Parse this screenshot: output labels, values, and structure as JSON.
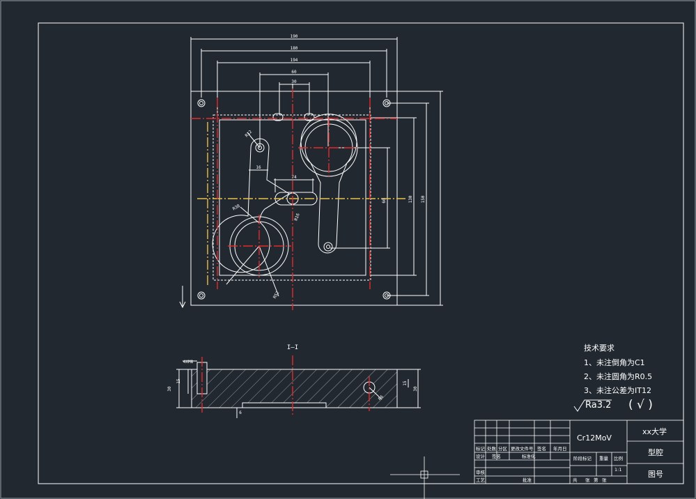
{
  "drawing": {
    "top_view_dimensions": [
      "190",
      "180",
      "194",
      "60",
      "30",
      "74",
      "16",
      "60",
      "130",
      "150",
      "R12",
      "R38",
      "R16",
      "R52"
    ],
    "section_dimensions": [
      "4XM8",
      "30",
      "15",
      "15",
      "30",
      "6",
      "R6"
    ],
    "section_marker": "I—I",
    "tech_requirements": {
      "title": "技术要求",
      "items": [
        "1、未注倒角为C1",
        "2、未注圆角为R0.5",
        "3、未注公差为IT12"
      ]
    },
    "roughness": "Ra3.2",
    "roughness_check": "( √ )"
  },
  "title_block": {
    "material": "Cr12MoV",
    "university": "xx大学",
    "part_name": "型腔",
    "drawing_no_label": "图号",
    "row_labels_1": [
      "标记",
      "处数",
      "分区",
      "更改文件号",
      "签名",
      "年月日"
    ],
    "row_labels_2": [
      "设计",
      "签名",
      "标准化"
    ],
    "row_labels_3": [
      "审核"
    ],
    "row_labels_4": [
      "工艺",
      "批准"
    ],
    "stage_labels": [
      "阶段标记",
      "重量",
      "比例"
    ],
    "scale": "1:1",
    "sheet_labels": [
      "共",
      "张",
      "第",
      "张"
    ]
  },
  "colors": {
    "background": "#212830",
    "lines": "#ffffff",
    "centerline": "#e32b2b",
    "cursor_marker": "#ffe000"
  }
}
